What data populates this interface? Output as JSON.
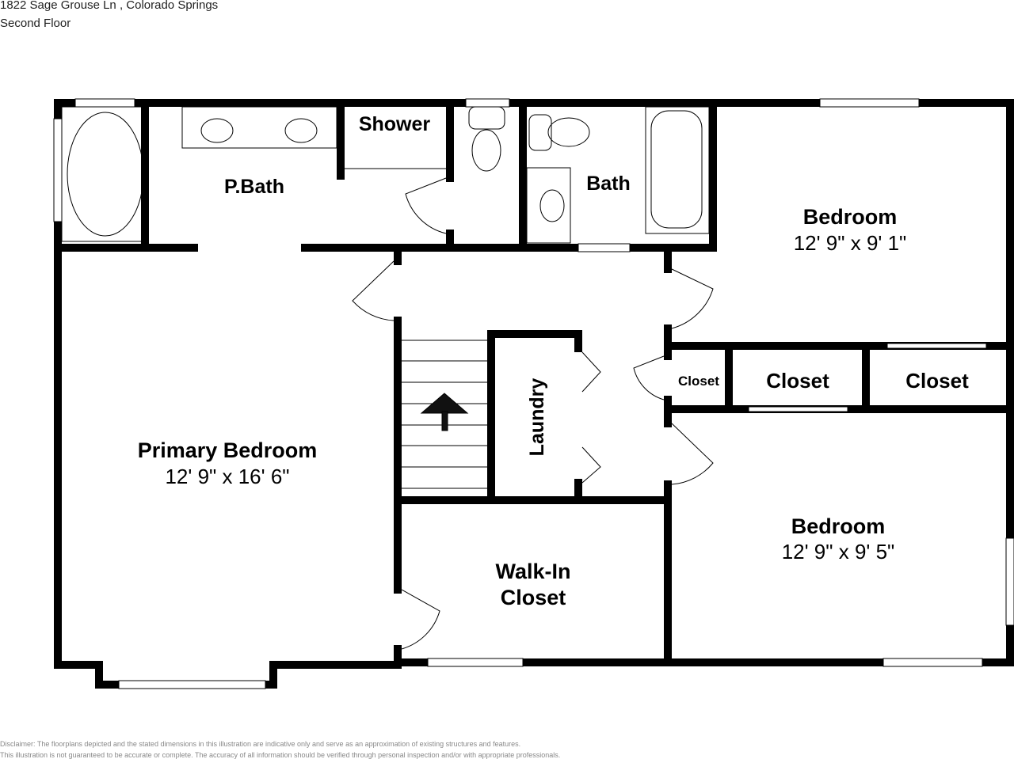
{
  "header": {
    "address": "1822 Sage Grouse Ln , Colorado Springs",
    "floor": "Second Floor"
  },
  "rooms": {
    "primary_bedroom": {
      "name": "Primary Bedroom",
      "dims": "12' 9\" x 16' 6\""
    },
    "pbath": {
      "name": "P.Bath"
    },
    "shower": {
      "name": "Shower"
    },
    "bath": {
      "name": "Bath"
    },
    "bedroom_1": {
      "name": "Bedroom",
      "dims": "12' 9\" x 9' 1\""
    },
    "bedroom_2": {
      "name": "Bedroom",
      "dims": "12' 9\" x 9' 5\""
    },
    "laundry": {
      "name": "Laundry"
    },
    "closet_small": {
      "name": "Closet"
    },
    "closet_mid": {
      "name": "Closet"
    },
    "closet_right": {
      "name": "Closet"
    },
    "walkin_line1": "Walk-In",
    "walkin_line2": "Closet"
  },
  "disclaimer": {
    "line1": "Disclaimer: The floorplans depicted and the stated dimensions in this illustration are indicative only and serve as an approximation of existing structures and features.",
    "line2": "This illustration is not guaranteed to be accurate or complete. The accuracy of all information should be verified through personal inspection and/or with appropriate professionals."
  }
}
